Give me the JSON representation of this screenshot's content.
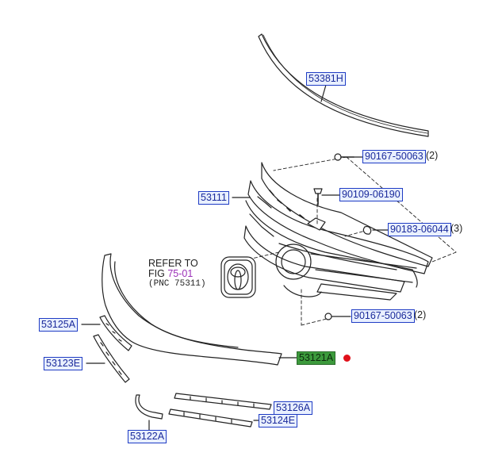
{
  "callouts": {
    "p53381H": "53381H",
    "p90167a": "90167-50063",
    "p53111": "53111",
    "p90109": "90109-06190",
    "p90183": "90183-06044",
    "p90167b": "90167-50063",
    "p53125A": "53125A",
    "p53123E": "53123E",
    "p53121A": "53121A",
    "p53126A": "53126A",
    "p53124E": "53124E",
    "p53122A": "53122A"
  },
  "quantities": {
    "q90167a": "(2)",
    "q90183": "(3)",
    "q90167b": "(2)"
  },
  "refer": {
    "line1": "REFER TO",
    "fig_prefix": "FIG",
    "fig_link": "75-01",
    "pnc": "(PNC 75311)"
  },
  "colors": {
    "callout_border": "#1f3cc4",
    "callout_text": "#1a2a9a",
    "selected_fill": "#3c9a3c",
    "fig_link": "#9b2fb8",
    "marker": "#e0101a"
  }
}
